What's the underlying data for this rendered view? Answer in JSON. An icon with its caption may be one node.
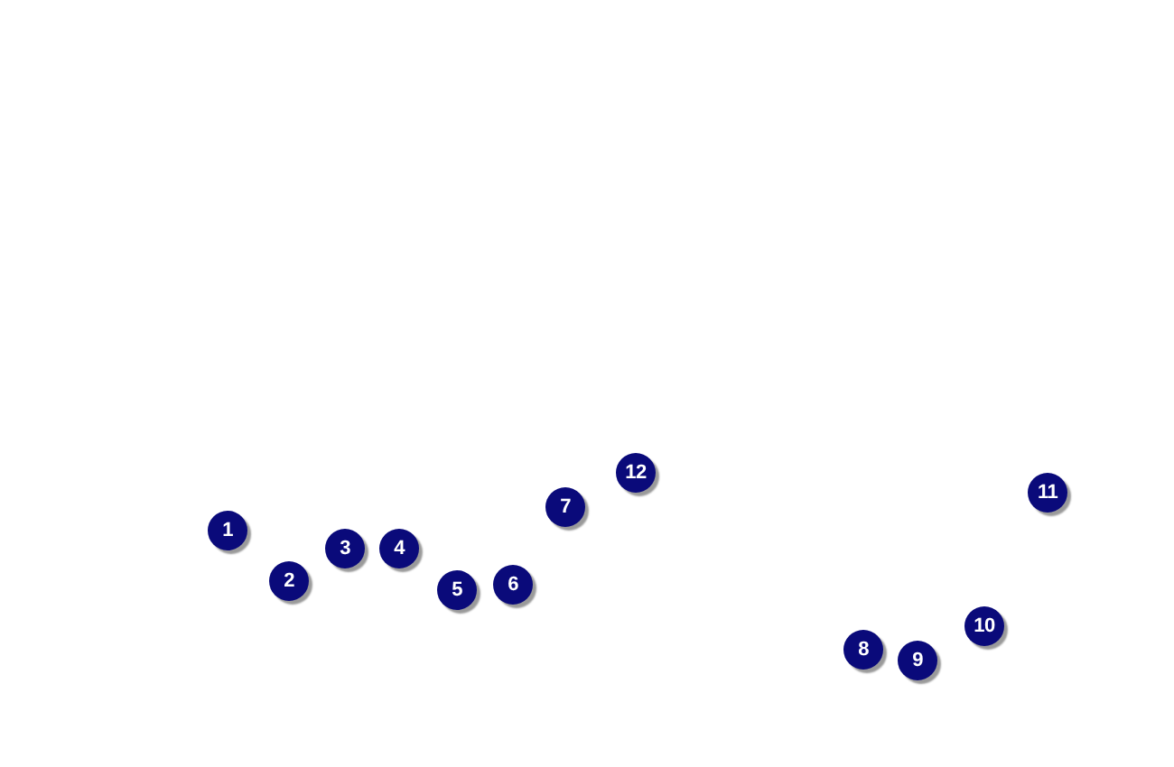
{
  "diagram": {
    "labels": [
      "1",
      "2",
      "3",
      "4",
      "5",
      "6",
      "7",
      "8",
      "9",
      "10",
      "11",
      "12"
    ]
  }
}
